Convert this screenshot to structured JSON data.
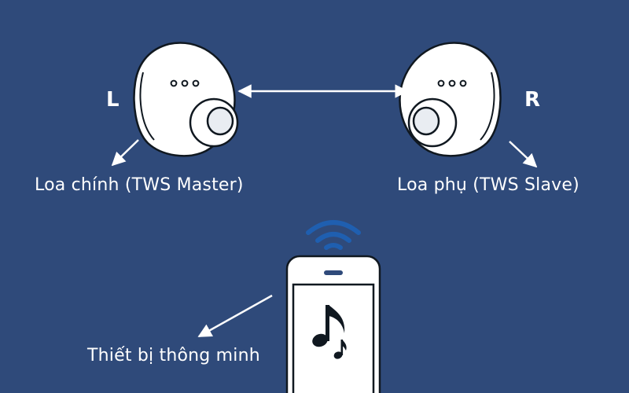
{
  "colors": {
    "background": "#2f4a7a",
    "wifi": "#1f5fb0",
    "outline": "#101820",
    "fill": "#ffffff"
  },
  "left_earbud": {
    "side_label": "L",
    "caption": "Loa chính (TWS Master)"
  },
  "right_earbud": {
    "side_label": "R",
    "caption": "Loa phụ (TWS  Slave)"
  },
  "phone": {
    "caption": "Thiết bị thông minh",
    "screen_icon": "music-note-icon"
  },
  "connection_icon": "wifi-icon"
}
